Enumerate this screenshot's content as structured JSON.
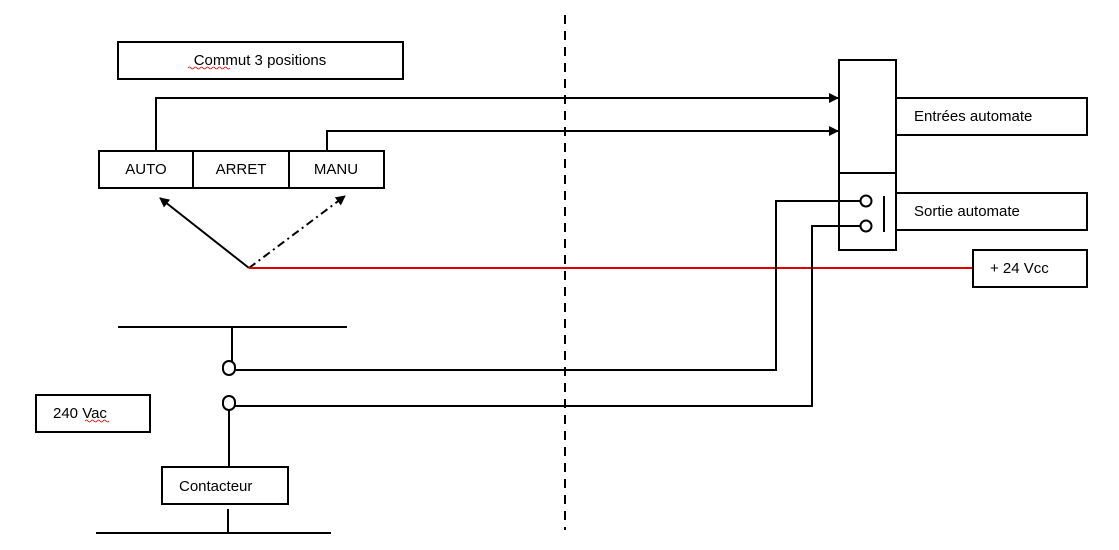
{
  "diagram": {
    "switch_title": "Commut 3 positions",
    "switch_positions": [
      "AUTO",
      "ARRET",
      "MANU"
    ],
    "plc_inputs_label": "Entrées automate",
    "plc_output_label": "Sortie automate",
    "supply_dc_label": "+ 24 Vcc",
    "supply_ac_label": "240 Vac",
    "contactor_label": "Contacteur",
    "colors": {
      "line": "#000000",
      "dc_supply_wire": "#e00000",
      "background": "#ffffff"
    }
  }
}
